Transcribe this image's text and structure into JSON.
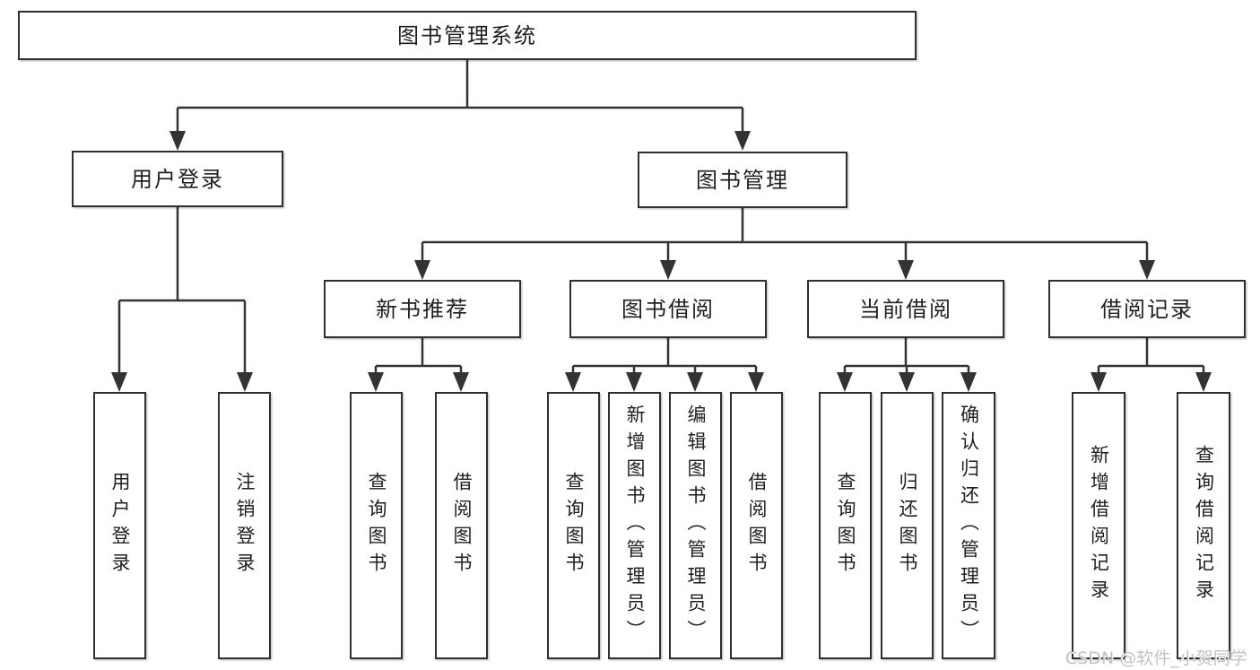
{
  "diagram": {
    "root": {
      "label": "图书管理系统"
    },
    "user_login": {
      "label": "用户登录",
      "children": [
        "用户登录",
        "注销登录"
      ]
    },
    "book_management": {
      "label": "图书管理",
      "sections": {
        "new_book": {
          "label": "新书推荐",
          "children": [
            "查询图书",
            "借阅图书"
          ]
        },
        "borrow": {
          "label": "图书借阅",
          "children": [
            "查询图书",
            "新增图书（管理员）",
            "编辑图书（管理员）",
            "借阅图书"
          ]
        },
        "current": {
          "label": "当前借阅",
          "children": [
            "查询图书",
            "归还图书",
            "确认归还（管理员）"
          ]
        },
        "records": {
          "label": "借阅记录",
          "children": [
            "新增借阅记录",
            "查询借阅记录"
          ]
        }
      }
    }
  },
  "watermark": "CSDN @软件_小贺同学",
  "colors": {
    "line": "#333333",
    "box_border": "#2f2f2f",
    "text": "#1f1f1f",
    "background": "#ffffff",
    "watermark": "#c3c3c3"
  }
}
